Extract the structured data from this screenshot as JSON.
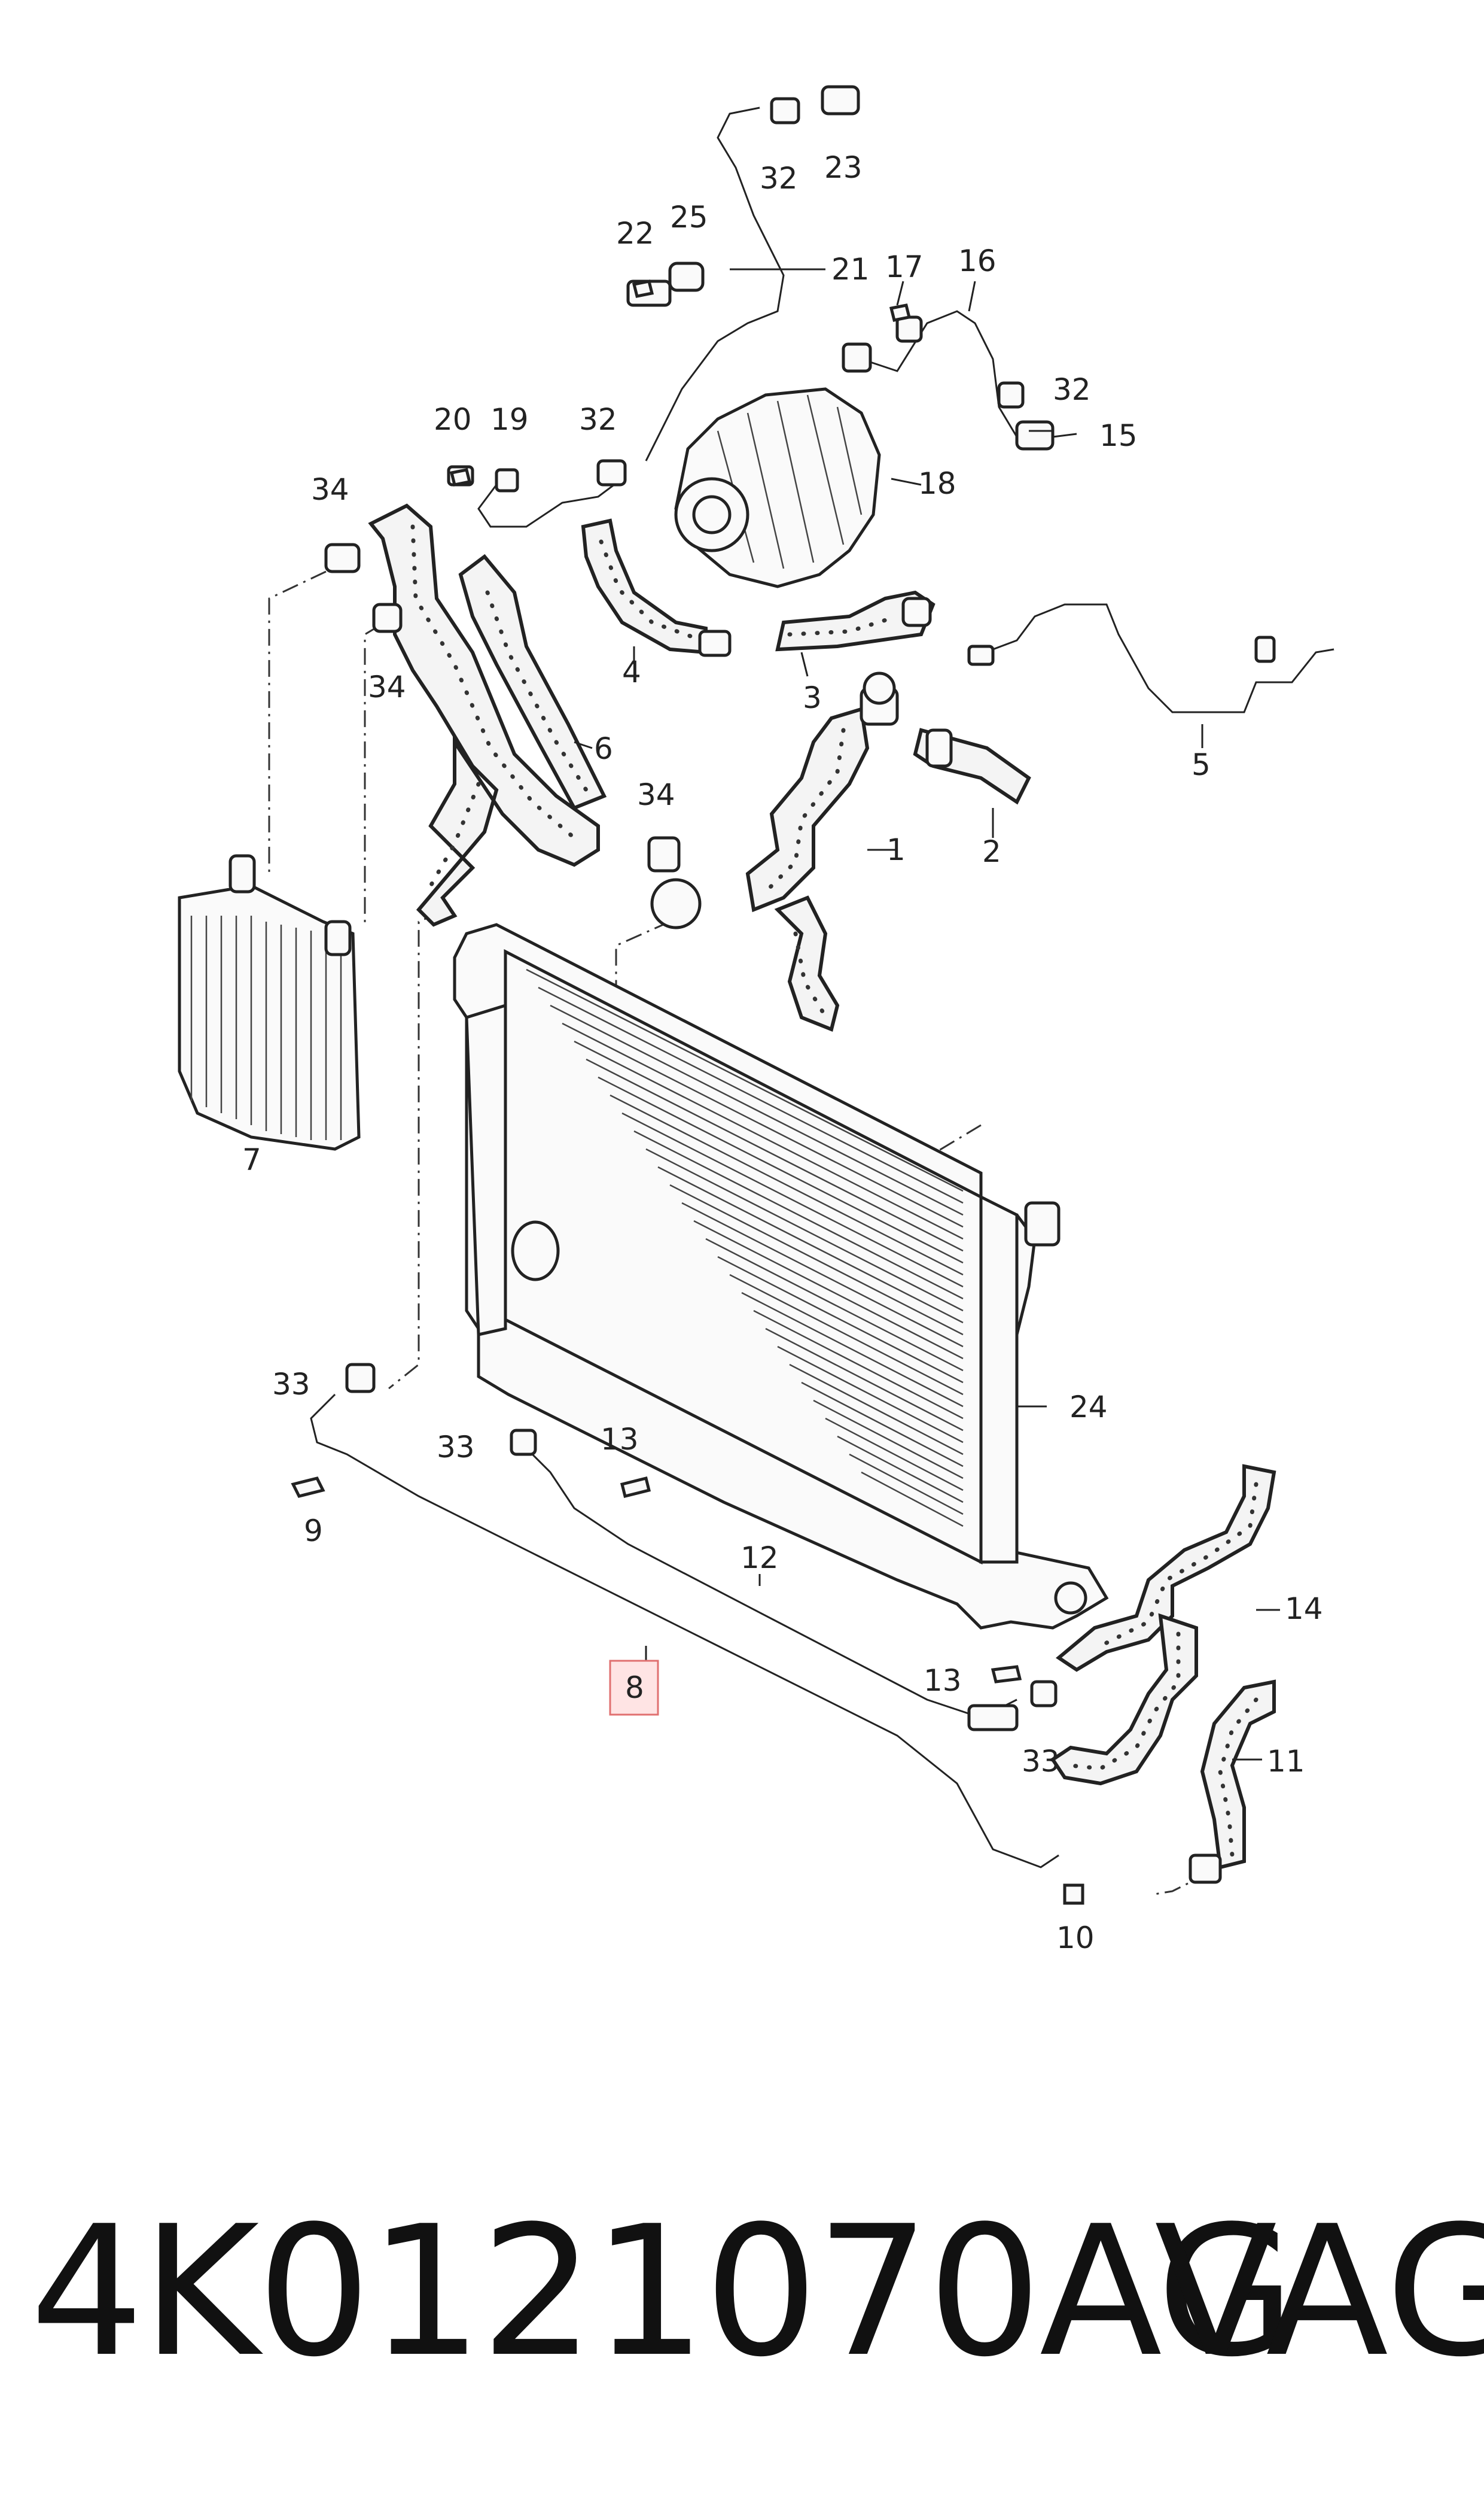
{
  "callouts": {
    "c1": "1",
    "c2": "2",
    "c3": "3",
    "c4": "4",
    "c5": "5",
    "c6": "6",
    "c7": "7",
    "c8": "8",
    "c9": "9",
    "c10": "10",
    "c11": "11",
    "c12": "12",
    "c13a": "13",
    "c13b": "13",
    "c14": "14",
    "c15": "15",
    "c16": "16",
    "c17": "17",
    "c18": "18",
    "c19": "19",
    "c20": "20",
    "c21": "21",
    "c22": "22",
    "c23": "23",
    "c24": "24",
    "c25": "25",
    "c32a": "32",
    "c32b": "32",
    "c32c": "32",
    "c33a": "33",
    "c33b": "33",
    "c33c": "33",
    "c34a": "34",
    "c34b": "34",
    "c34c": "34"
  },
  "highlighted_part": "8",
  "footer": {
    "part_number": "4K0121070AG",
    "brand": "VAG"
  }
}
